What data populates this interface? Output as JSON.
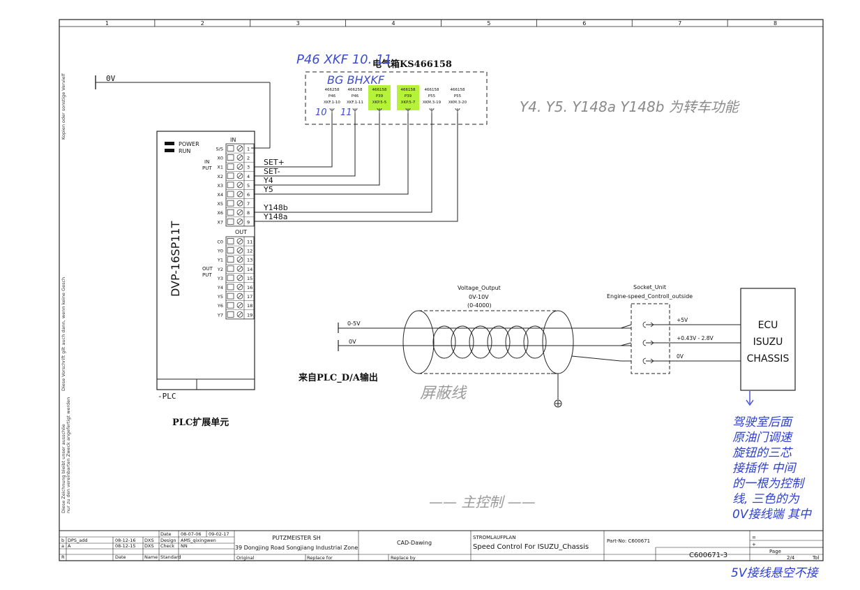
{
  "frame": {
    "columns": [
      "1",
      "2",
      "3",
      "4",
      "5",
      "6",
      "7",
      "8"
    ],
    "side_text_top": "Kopien oder sonstige Vervielf",
    "side_text_mid": "Diese Vorschrift gilt auch dann, wenn keine Gesch",
    "side_text_bottom1": "Diese Zeichnung bleibt unser ausschlie",
    "side_text_bottom2": "nur zu den vereinbarten Zweck angefertigt werden"
  },
  "cabinet": {
    "title": "电气箱KS466158",
    "terminals": [
      {
        "l1": "466258",
        "l2": "P46",
        "l3": "XKF.1-10",
        "hl": false
      },
      {
        "l1": "466258",
        "l2": "P46",
        "l3": "XKF.1-11",
        "hl": false
      },
      {
        "l1": "466158",
        "l2": "P39",
        "l3": "XKP.5-5",
        "hl": true
      },
      {
        "l1": "466158",
        "l2": "P39",
        "l3": "XKP.5-7",
        "hl": true
      },
      {
        "l1": "466158",
        "l2": "P55",
        "l3": "XKM.3-19",
        "hl": false
      },
      {
        "l1": "466158",
        "l2": "P55",
        "l3": "XKM.3-20",
        "hl": false
      }
    ]
  },
  "plc": {
    "model": "DVP-16SP11T",
    "power": "POWER",
    "run": "RUN",
    "in_header": "IN",
    "in_label": "IN\nPUT",
    "out_header": "OUT",
    "out_label": "OUT\nPUT",
    "ref": "-PLC",
    "caption": "PLC扩展单元",
    "inputs": [
      {
        "name": "S/S",
        "num": "1"
      },
      {
        "name": "X0",
        "num": "2"
      },
      {
        "name": "X1",
        "num": "3"
      },
      {
        "name": "X2",
        "num": "4"
      },
      {
        "name": "X3",
        "num": "5"
      },
      {
        "name": "X4",
        "num": "6"
      },
      {
        "name": "X5",
        "num": "7"
      },
      {
        "name": "X6",
        "num": "8"
      },
      {
        "name": "X7",
        "num": "9"
      }
    ],
    "outputs": [
      {
        "name": "C0",
        "num": "11"
      },
      {
        "name": "Y0",
        "num": "12"
      },
      {
        "name": "Y1",
        "num": "13"
      },
      {
        "name": "Y2",
        "num": "14"
      },
      {
        "name": "Y3",
        "num": "15"
      },
      {
        "name": "Y4",
        "num": "16"
      },
      {
        "name": "Y5",
        "num": "17"
      },
      {
        "name": "Y6",
        "num": "18"
      },
      {
        "name": "Y7",
        "num": "19"
      }
    ]
  },
  "wires": {
    "zero_v": "0V",
    "labels": [
      "SET+",
      "SET-",
      "Y4",
      "Y5",
      "Y148b",
      "Y148a"
    ]
  },
  "analog": {
    "title": "Voltage_Output",
    "range1": "0V-10V",
    "range2": "(0-4000)",
    "in_hi": "0-5V",
    "in_lo": "0V",
    "source": "来自PLC_D/A输出"
  },
  "socket": {
    "title": "Socket_Unit",
    "subtitle": "Engine-speed_Controll_outside",
    "pins": [
      "+5V",
      "+0.43V - 2.8V",
      "0V"
    ]
  },
  "ecu": {
    "line1": "ECU",
    "line2": "ISUZU",
    "line3": "CHASSIS"
  },
  "handwriting": {
    "p46": "P46 XKF 10. 11",
    "bg": "BG BHXKF",
    "n10": "10",
    "n11": "11",
    "note_right": "Y4. Y5. Y148a Y148b 为转车功能",
    "shield": "屏蔽线",
    "main_ctrl": "—— 主控制 ——",
    "ecu_note": [
      "驾驶室后面",
      "原油门调速",
      "旋钮的三芯",
      "接插件 中间",
      "的一根为控制",
      "线, 三色的为",
      "0V接线端 其中",
      "5V接线悬空不接"
    ]
  },
  "title_block": {
    "rev_rows": [
      {
        "rev": "b",
        "desc": "DPS_add",
        "date": "08-12-16",
        "by": "DXS"
      },
      {
        "rev": "a",
        "desc": "A",
        "date": "08-12-15",
        "by": "DXS"
      },
      {
        "rev": "R",
        "desc": "",
        "date": "Date",
        "by": "Name"
      }
    ],
    "date_lbl": "Date",
    "date1": "08-07-06",
    "date2": "09-02-17",
    "design_lbl": "Design",
    "designer": "AMS_qixingwen",
    "check_lbl": "Check",
    "checker": "NN",
    "standard_lbl": "Standard",
    "company": "PUTZMEISTER SH",
    "address": "39 Dongjing Road Songjiang Industrial Zone",
    "original_lbl": "Original",
    "replace_for_lbl": "Replace for",
    "cad": "CAD-Dawing",
    "replace_by_lbl": "Replace by",
    "plan": "STROMLAUFPLAN",
    "drawing_title": "Speed Control For ISUZU_Chassis",
    "part_no": "Part-No: C600671",
    "drawing_no": "C600671-3",
    "eq": "=",
    "plus": "+",
    "page_lbl": "Page",
    "page": "2/4",
    "total": "Tol"
  }
}
